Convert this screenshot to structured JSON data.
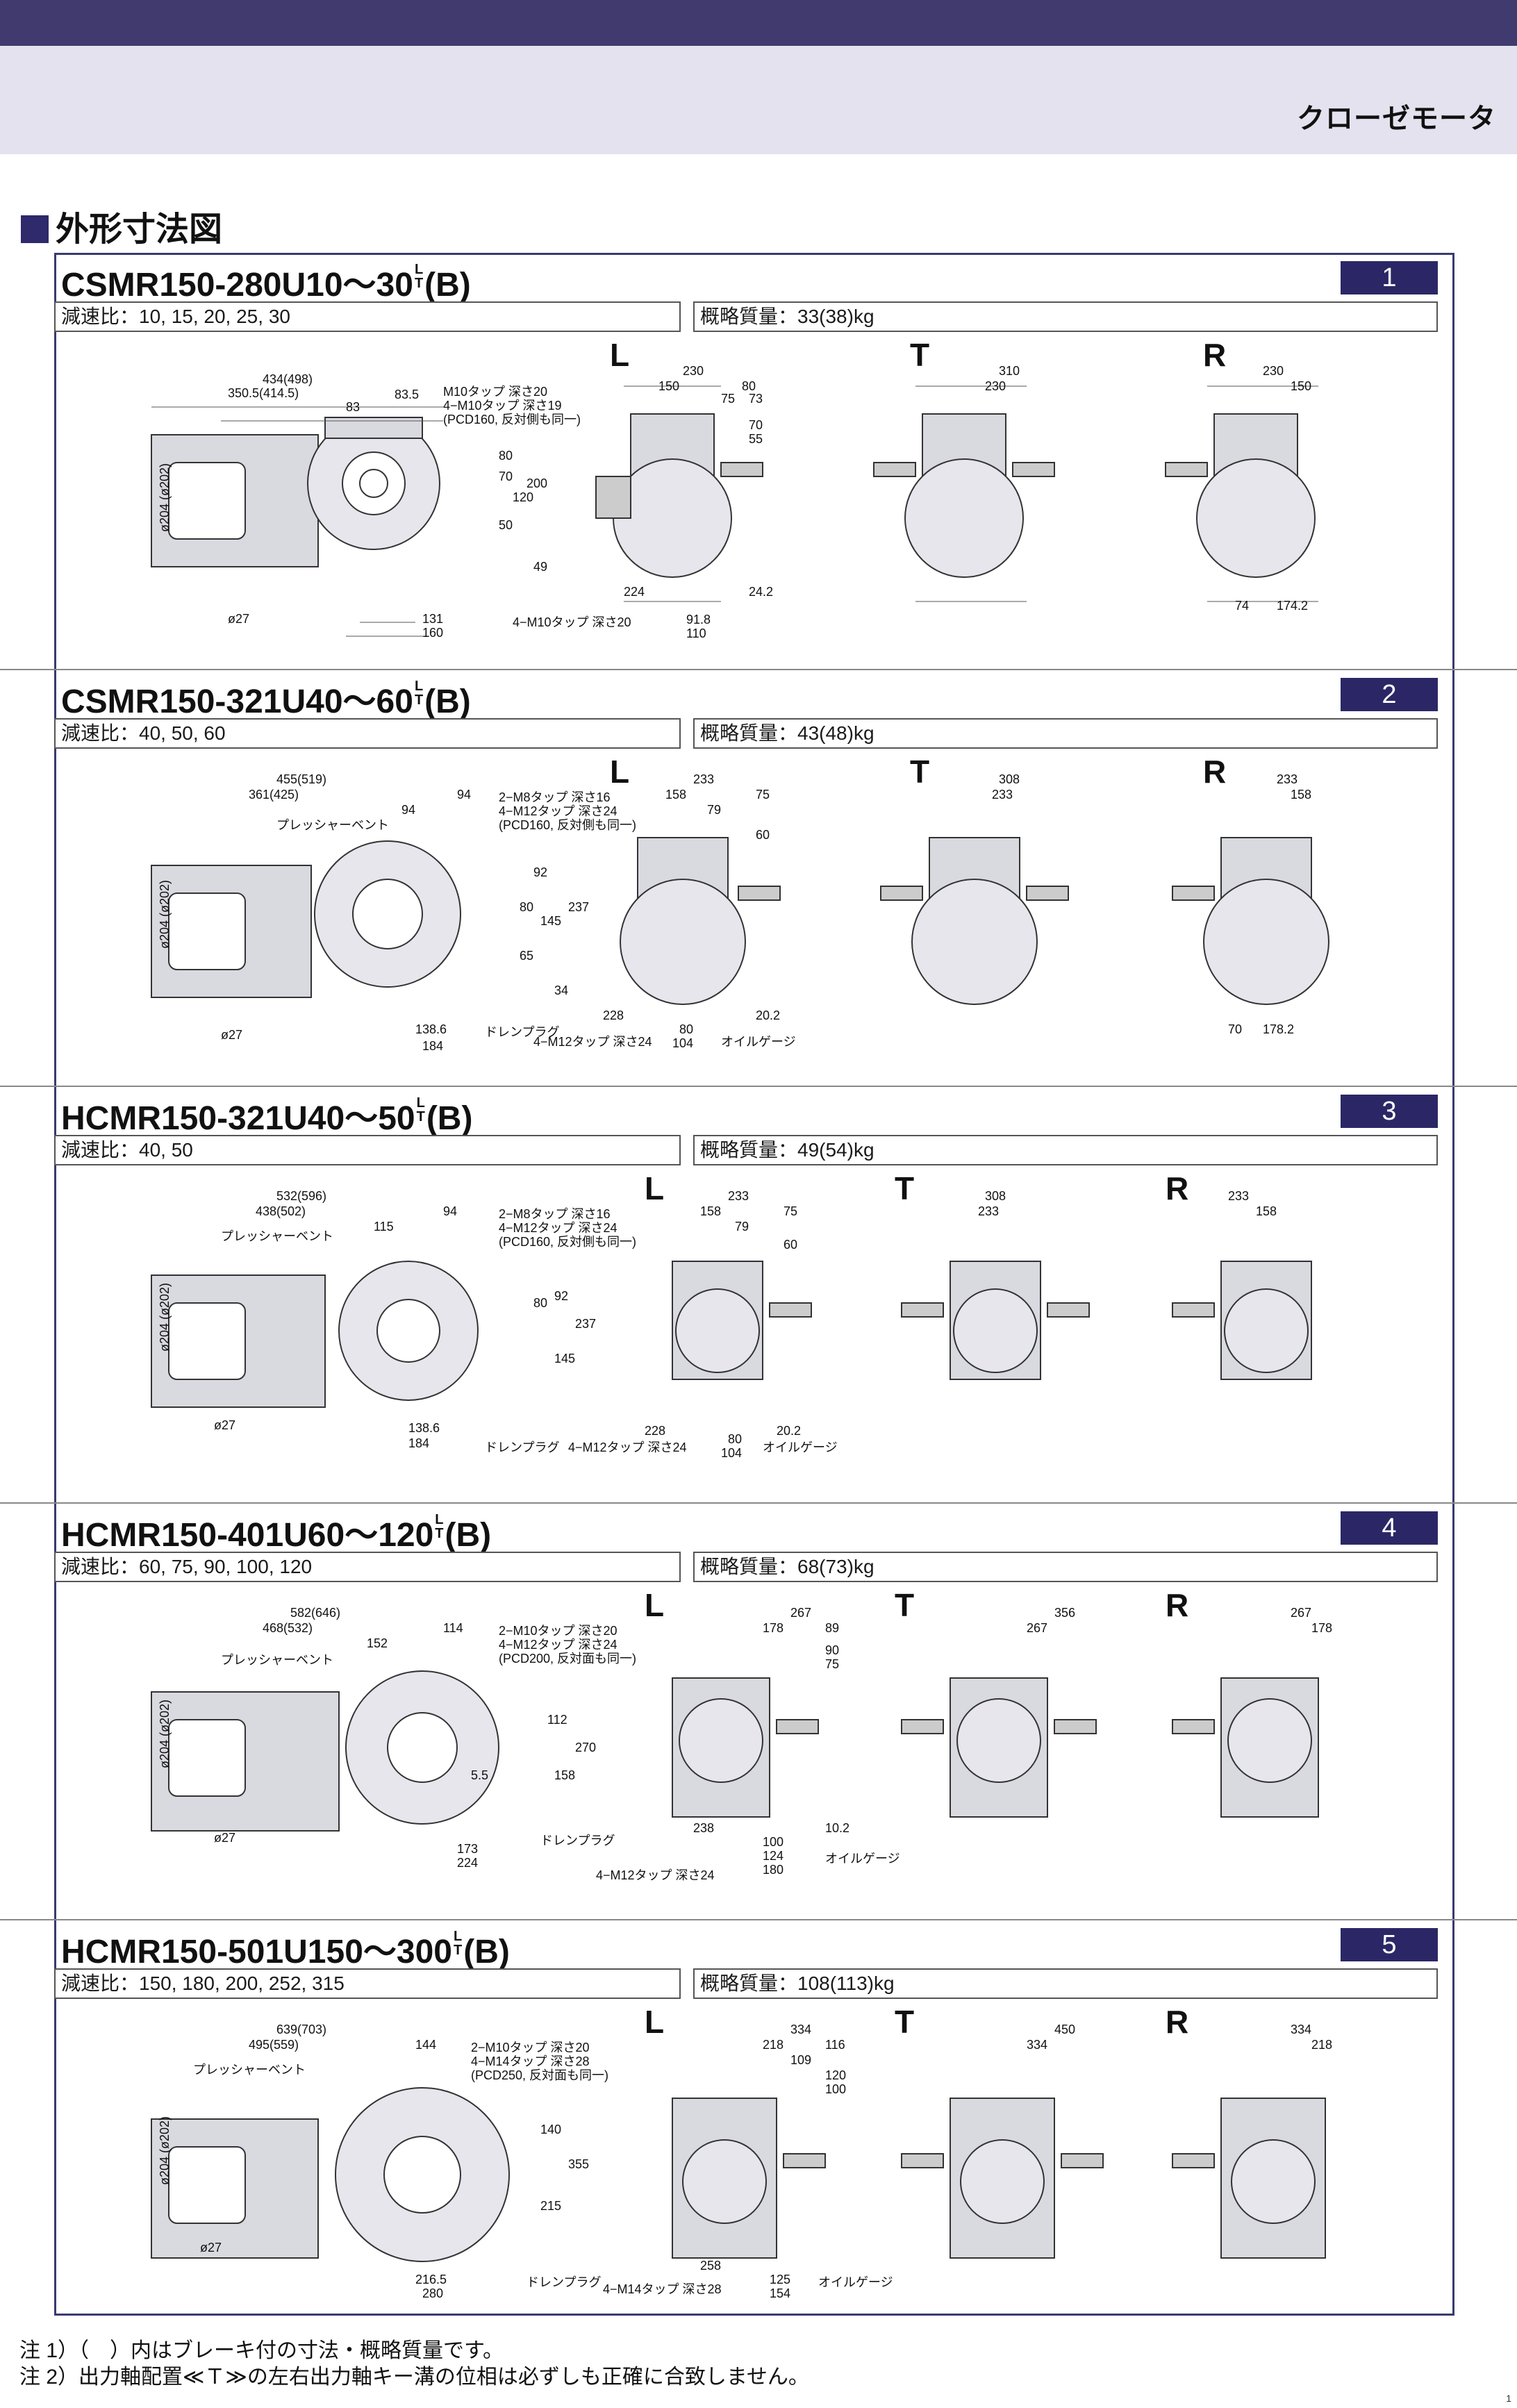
{
  "header": {
    "category": "クローゼモータ"
  },
  "section_heading": "外形寸法図",
  "sections": [
    {
      "model": "CSMR150-280U10～30",
      "sub_top": "L",
      "sub_bottom": "T",
      "sub_r": "R",
      "suffix": "(B)",
      "number": "1",
      "ratio": "減速比：10, 15, 20, 25, 30",
      "mass": "概略質量：33(38)kg",
      "views": [
        "L",
        "T",
        "R"
      ],
      "dims": {
        "a": "434(498)",
        "b": "350.5(414.5)",
        "c": "83.5",
        "d": "83",
        "e": "M10タップ 深さ20",
        "f": "4−M10タップ 深さ19",
        "g": "(PCD160, 反対側も同一)",
        "h": "80",
        "i": "200",
        "j": "120",
        "k": "70",
        "l": "50",
        "m": "49",
        "n": "131",
        "o": "160",
        "p": "ø27",
        "q": "ø204 (ø202)",
        "l1": "230",
        "l2": "150",
        "l3": "80",
        "l4": "75",
        "l5": "73",
        "l6": "70",
        "l7": "55",
        "l8": "224",
        "l9": "24.2",
        "l10": "91.8",
        "l11": "110",
        "l12": "4−M10タップ 深さ20",
        "t1": "310",
        "t2": "230",
        "r1": "230",
        "r2": "150",
        "r3": "174.2",
        "r4": "74"
      }
    },
    {
      "model": "CSMR150-321U40～60",
      "sub_top": "L",
      "sub_bottom": "T",
      "sub_r": "R",
      "suffix": "(B)",
      "number": "2",
      "ratio": "減速比：40, 50, 60",
      "mass": "概略質量：43(48)kg",
      "views": [
        "L",
        "T",
        "R"
      ],
      "dims": {
        "a": "455(519)",
        "b": "361(425)",
        "c": "94",
        "d": "94",
        "e": "2−M8タップ 深さ16",
        "f": "4−M12タップ 深さ24",
        "g": "(PCD160, 反対側も同一)",
        "h": "92",
        "i": "237",
        "j": "145",
        "k": "80",
        "l": "65",
        "m": "34",
        "n": "138.6",
        "o": "184",
        "p": "ø27",
        "q": "ø204 (ø202)",
        "l1": "233",
        "l2": "158",
        "l3": "75",
        "l4": "79",
        "l5": "60",
        "l6": "228",
        "l7": "20.2",
        "l8": "80",
        "l9": "104",
        "l10": "4−M12タップ 深さ24",
        "l11": "オイルゲージ",
        "l12": "ドレンプラグ",
        "t1": "308",
        "t2": "233",
        "r1": "233",
        "r2": "158",
        "r3": "178.2",
        "r4": "70",
        "vent": "プレッシャーベント"
      }
    },
    {
      "model": "HCMR150-321U40～50",
      "sub_top": "L",
      "sub_bottom": "T",
      "sub_r": "R",
      "suffix": "(B)",
      "number": "3",
      "ratio": "減速比：40, 50",
      "mass": "概略質量：49(54)kg",
      "views": [
        "L",
        "T",
        "R"
      ],
      "dims": {
        "a": "532(596)",
        "b": "438(502)",
        "c": "115",
        "d": "94",
        "e": "2−M8タップ 深さ16",
        "f": "4−M12タップ 深さ24",
        "g": "(PCD160, 反対側も同一)",
        "h": "92",
        "i": "237",
        "j": "145",
        "k": "80",
        "n": "138.6",
        "o": "184",
        "p": "ø27",
        "q": "ø204 (ø202)",
        "l1": "233",
        "l2": "158",
        "l3": "75",
        "l4": "79",
        "l5": "60",
        "l6": "228",
        "l7": "20.2",
        "l8": "80",
        "l9": "104",
        "l10": "4−M12タップ 深さ24",
        "l11": "オイルゲージ",
        "l12": "ドレンプラグ",
        "t1": "308",
        "t2": "233",
        "r1": "233",
        "r2": "158",
        "vent": "プレッシャーベント"
      }
    },
    {
      "model": "HCMR150-401U60～120",
      "sub_top": "L",
      "sub_bottom": "T",
      "sub_r": "R",
      "suffix": "(B)",
      "number": "4",
      "ratio": "減速比：60, 75, 90, 100, 120",
      "mass": "概略質量：68(73)kg",
      "views": [
        "L",
        "T",
        "R"
      ],
      "dims": {
        "a": "582(646)",
        "b": "468(532)",
        "c": "152",
        "d": "114",
        "e": "2−M10タップ 深さ20",
        "f": "4−M12タップ 深さ24",
        "g": "(PCD200, 反対面も同一)",
        "h": "112",
        "i": "270",
        "j": "158",
        "k": "5.5",
        "n": "173",
        "o": "224",
        "p": "ø27",
        "q": "ø204 (ø202)",
        "l1": "267",
        "l2": "178",
        "l3": "89",
        "l4": "90",
        "l5": "75",
        "l6": "238",
        "l7": "10.2",
        "l8": "100",
        "l9": "124",
        "l10": "180",
        "l11": "オイルゲージ",
        "l12": "ドレンプラグ",
        "l13": "4−M12タップ 深さ24",
        "t1": "356",
        "t2": "267",
        "r1": "267",
        "r2": "178",
        "vent": "プレッシャーベント"
      }
    },
    {
      "model": "HCMR150-501U150～300",
      "sub_top": "L",
      "sub_bottom": "T",
      "sub_r": "R",
      "suffix": "(B)",
      "number": "5",
      "ratio": "減速比：150, 180, 200, 252, 315",
      "mass": "概略質量：108(113)kg",
      "views": [
        "L",
        "T",
        "R"
      ],
      "dims": {
        "a": "639(703)",
        "b": "495(559)",
        "c": "144",
        "e": "2−M10タップ 深さ20",
        "f": "4−M14タップ 深さ28",
        "g": "(PCD250, 反対面も同一)",
        "h": "140",
        "i": "355",
        "j": "215",
        "n": "216.5",
        "o": "280",
        "p": "ø27",
        "q": "ø204 (ø202)",
        "l1": "334",
        "l2": "218",
        "l3": "116",
        "l4": "109",
        "l5": "120",
        "l6": "100",
        "l7": "258",
        "l8": "125",
        "l9": "154",
        "l10": "4−M14タップ 深さ28",
        "l11": "オイルゲージ",
        "l12": "ドレンプラグ",
        "t1": "450",
        "t2": "334",
        "r1": "334",
        "r2": "218",
        "vent": "プレッシャーベント"
      }
    }
  ],
  "notes": [
    "注 1）（　）内はブレーキ付の寸法・概略質量です。",
    "注 2）出力軸配置≪Ｔ≫の左右出力軸キー溝の位相は必ずしも正確に合致しません。"
  ],
  "page_mark": "1"
}
